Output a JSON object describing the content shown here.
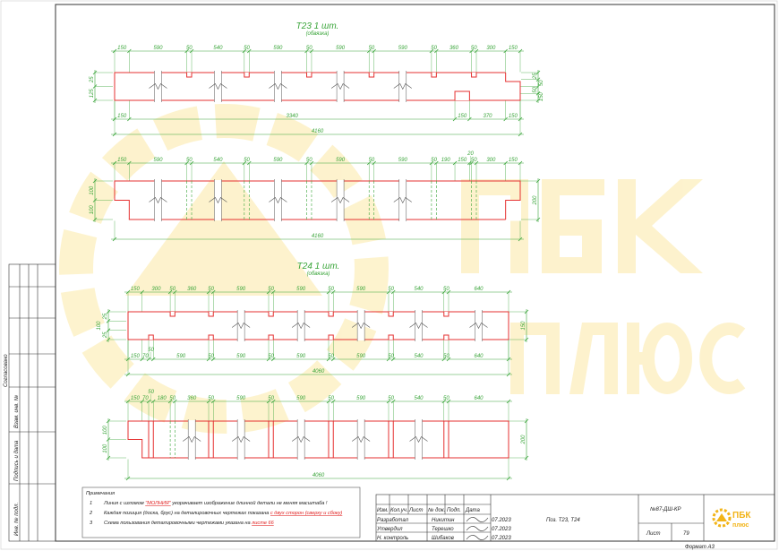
{
  "colors": {
    "outline": "#e53030",
    "dimension": "#3aa53a",
    "watermark": "#fce9a6",
    "frame": "#333333"
  },
  "watermark": {
    "line1": "ПБК",
    "line2": "ПЛЮС"
  },
  "drawings": [
    {
      "title": "T23 1 шт.",
      "subtitle": "(обвязка)",
      "top_dims": [
        "150",
        "590",
        "50",
        "540",
        "50",
        "590",
        "50",
        "590",
        "50",
        "590",
        "50",
        "360",
        "50",
        "300",
        "150"
      ],
      "bottom_dims": [
        "150",
        "3340",
        "150",
        "370",
        "150"
      ],
      "total": "4160",
      "left_dims": [
        "25",
        "125"
      ],
      "right_dims": [
        "25",
        "50",
        "50",
        "150"
      ]
    },
    {
      "top_dims": [
        "150",
        "590",
        "50",
        "540",
        "50",
        "590",
        "50",
        "590",
        "50",
        "590",
        "50",
        "190",
        "150",
        "20",
        "50",
        "300",
        "150"
      ],
      "total": "4160",
      "left_dims": [
        "100",
        "100"
      ],
      "right_dims": [
        "200"
      ]
    },
    {
      "title": "T24 1 шт.",
      "subtitle": "(обвязка)",
      "top_dims": [
        "150",
        "300",
        "50",
        "360",
        "50",
        "590",
        "50",
        "590",
        "50",
        "590",
        "50",
        "540",
        "50",
        "640"
      ],
      "bottom_dims": [
        "150",
        "70",
        "50",
        "590",
        "50",
        "590",
        "50",
        "590",
        "50",
        "590",
        "50",
        "540",
        "50",
        "640"
      ],
      "total": "4060",
      "left_dims": [
        "25",
        "100",
        "25"
      ],
      "right_dims": [
        "150"
      ]
    },
    {
      "top_dims": [
        "150",
        "70",
        "50",
        "180",
        "50",
        "360",
        "50",
        "590",
        "50",
        "590",
        "50",
        "590",
        "50",
        "540",
        "50",
        "640"
      ],
      "total": "4060",
      "left_dims": [
        "100",
        "100"
      ],
      "right_dims": [
        "200"
      ]
    }
  ],
  "notes": {
    "heading": "Примечания",
    "items": [
      {
        "num": "1",
        "text": "Линия с изломом ",
        "highlight": "\"МОЛНИЯ\"",
        "rest": " укорачивает изображение длинной детали не меняя масштаба !"
      },
      {
        "num": "2",
        "text": "Каждая позиция (доска, брус) на деталировочных чертежах показана ",
        "highlight": "с двух сторон (сверху и сбоку)",
        "rest": ""
      },
      {
        "num": "3",
        "text": "Схема пользования деталировочными чертежами указана на ",
        "highlight": "листе 66",
        "rest": ""
      }
    ]
  },
  "side_stamp": {
    "agreed": "Согласовано",
    "cells": [
      "Взам. инв. №",
      "Подпись и дата",
      "Инв. № подл."
    ]
  },
  "title_block": {
    "headers": [
      "Изм.",
      "Кол.уч.",
      "Лист",
      "№ док.",
      "Подп.",
      "Дата"
    ],
    "rows": [
      {
        "role": "Разработал",
        "name": "Никитин",
        "date": "07.2023"
      },
      {
        "role": "Утвердил",
        "name": "Терешко",
        "date": "07.2023"
      },
      {
        "role": "Н. контроль",
        "name": "Шибаков",
        "date": "07.2023"
      }
    ],
    "description": "Поз. T23, T24",
    "doc_code": "№87-ДШ-КР",
    "sheet_label": "Лист",
    "sheet_number": "79",
    "logo_text_1": "ПБК",
    "logo_text_2": "плюс",
    "format": "Формат А3"
  }
}
